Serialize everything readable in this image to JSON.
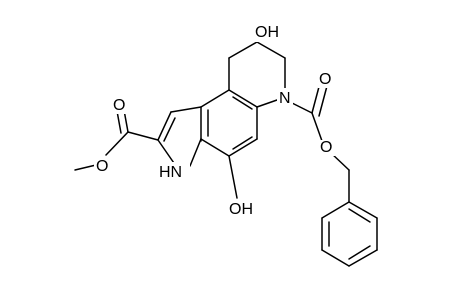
{
  "molecule": {
    "labels": {
      "oh_top": "OH",
      "n_ring": "N",
      "o_ester_top": "O",
      "o_ester_single": "O",
      "o_carbamate_db": "O",
      "o_carbamate_single": "O",
      "nh": "HN",
      "oh_bottom": "OH"
    }
  }
}
